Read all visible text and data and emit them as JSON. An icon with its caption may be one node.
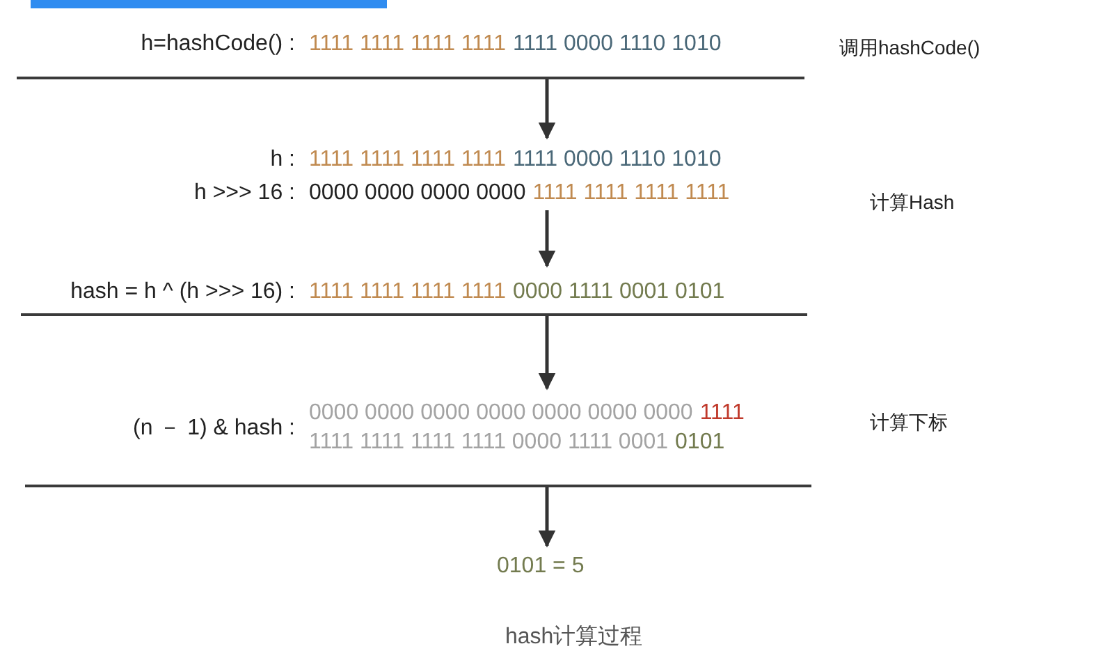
{
  "diagram": {
    "caption": "hash计算过程",
    "nodes": [
      {
        "text": [
          "h=hashCode() :",
          "1111 1111 1111 1111",
          "1111 0000 1110 1010"
        ]
      },
      {
        "text": [
          "h :",
          "h >>> 16 :",
          "1111 1111 1111 1111",
          "1111 0000 1110 1010",
          "0000 0000 0000 0000",
          "1111 1111 1111 1111"
        ]
      },
      {
        "text": [
          "hash = h ^ (h >>> 16) :",
          "1111 1111 1111 1111",
          "0000 1111 0001 0101"
        ]
      },
      {
        "text": [
          "(n － 1) & hash :",
          "0000 0000 0000 0000 0000 0000 0000",
          "1111",
          "1111 1111 1111 1111 0000 1111 0001",
          "0101"
        ]
      },
      {
        "text": [
          "0101 = 5"
        ]
      }
    ],
    "edges": [
      {
        "from": 0,
        "to": 1,
        "arrow": "to"
      },
      {
        "from": 1,
        "to": 2,
        "arrow": "to"
      },
      {
        "from": 2,
        "to": 3,
        "arrow": "to"
      },
      {
        "from": 3,
        "to": 4,
        "arrow": "to"
      }
    ],
    "labels": [
      "调用hashCode()",
      "计算Hash",
      "计算下标"
    ]
  }
}
